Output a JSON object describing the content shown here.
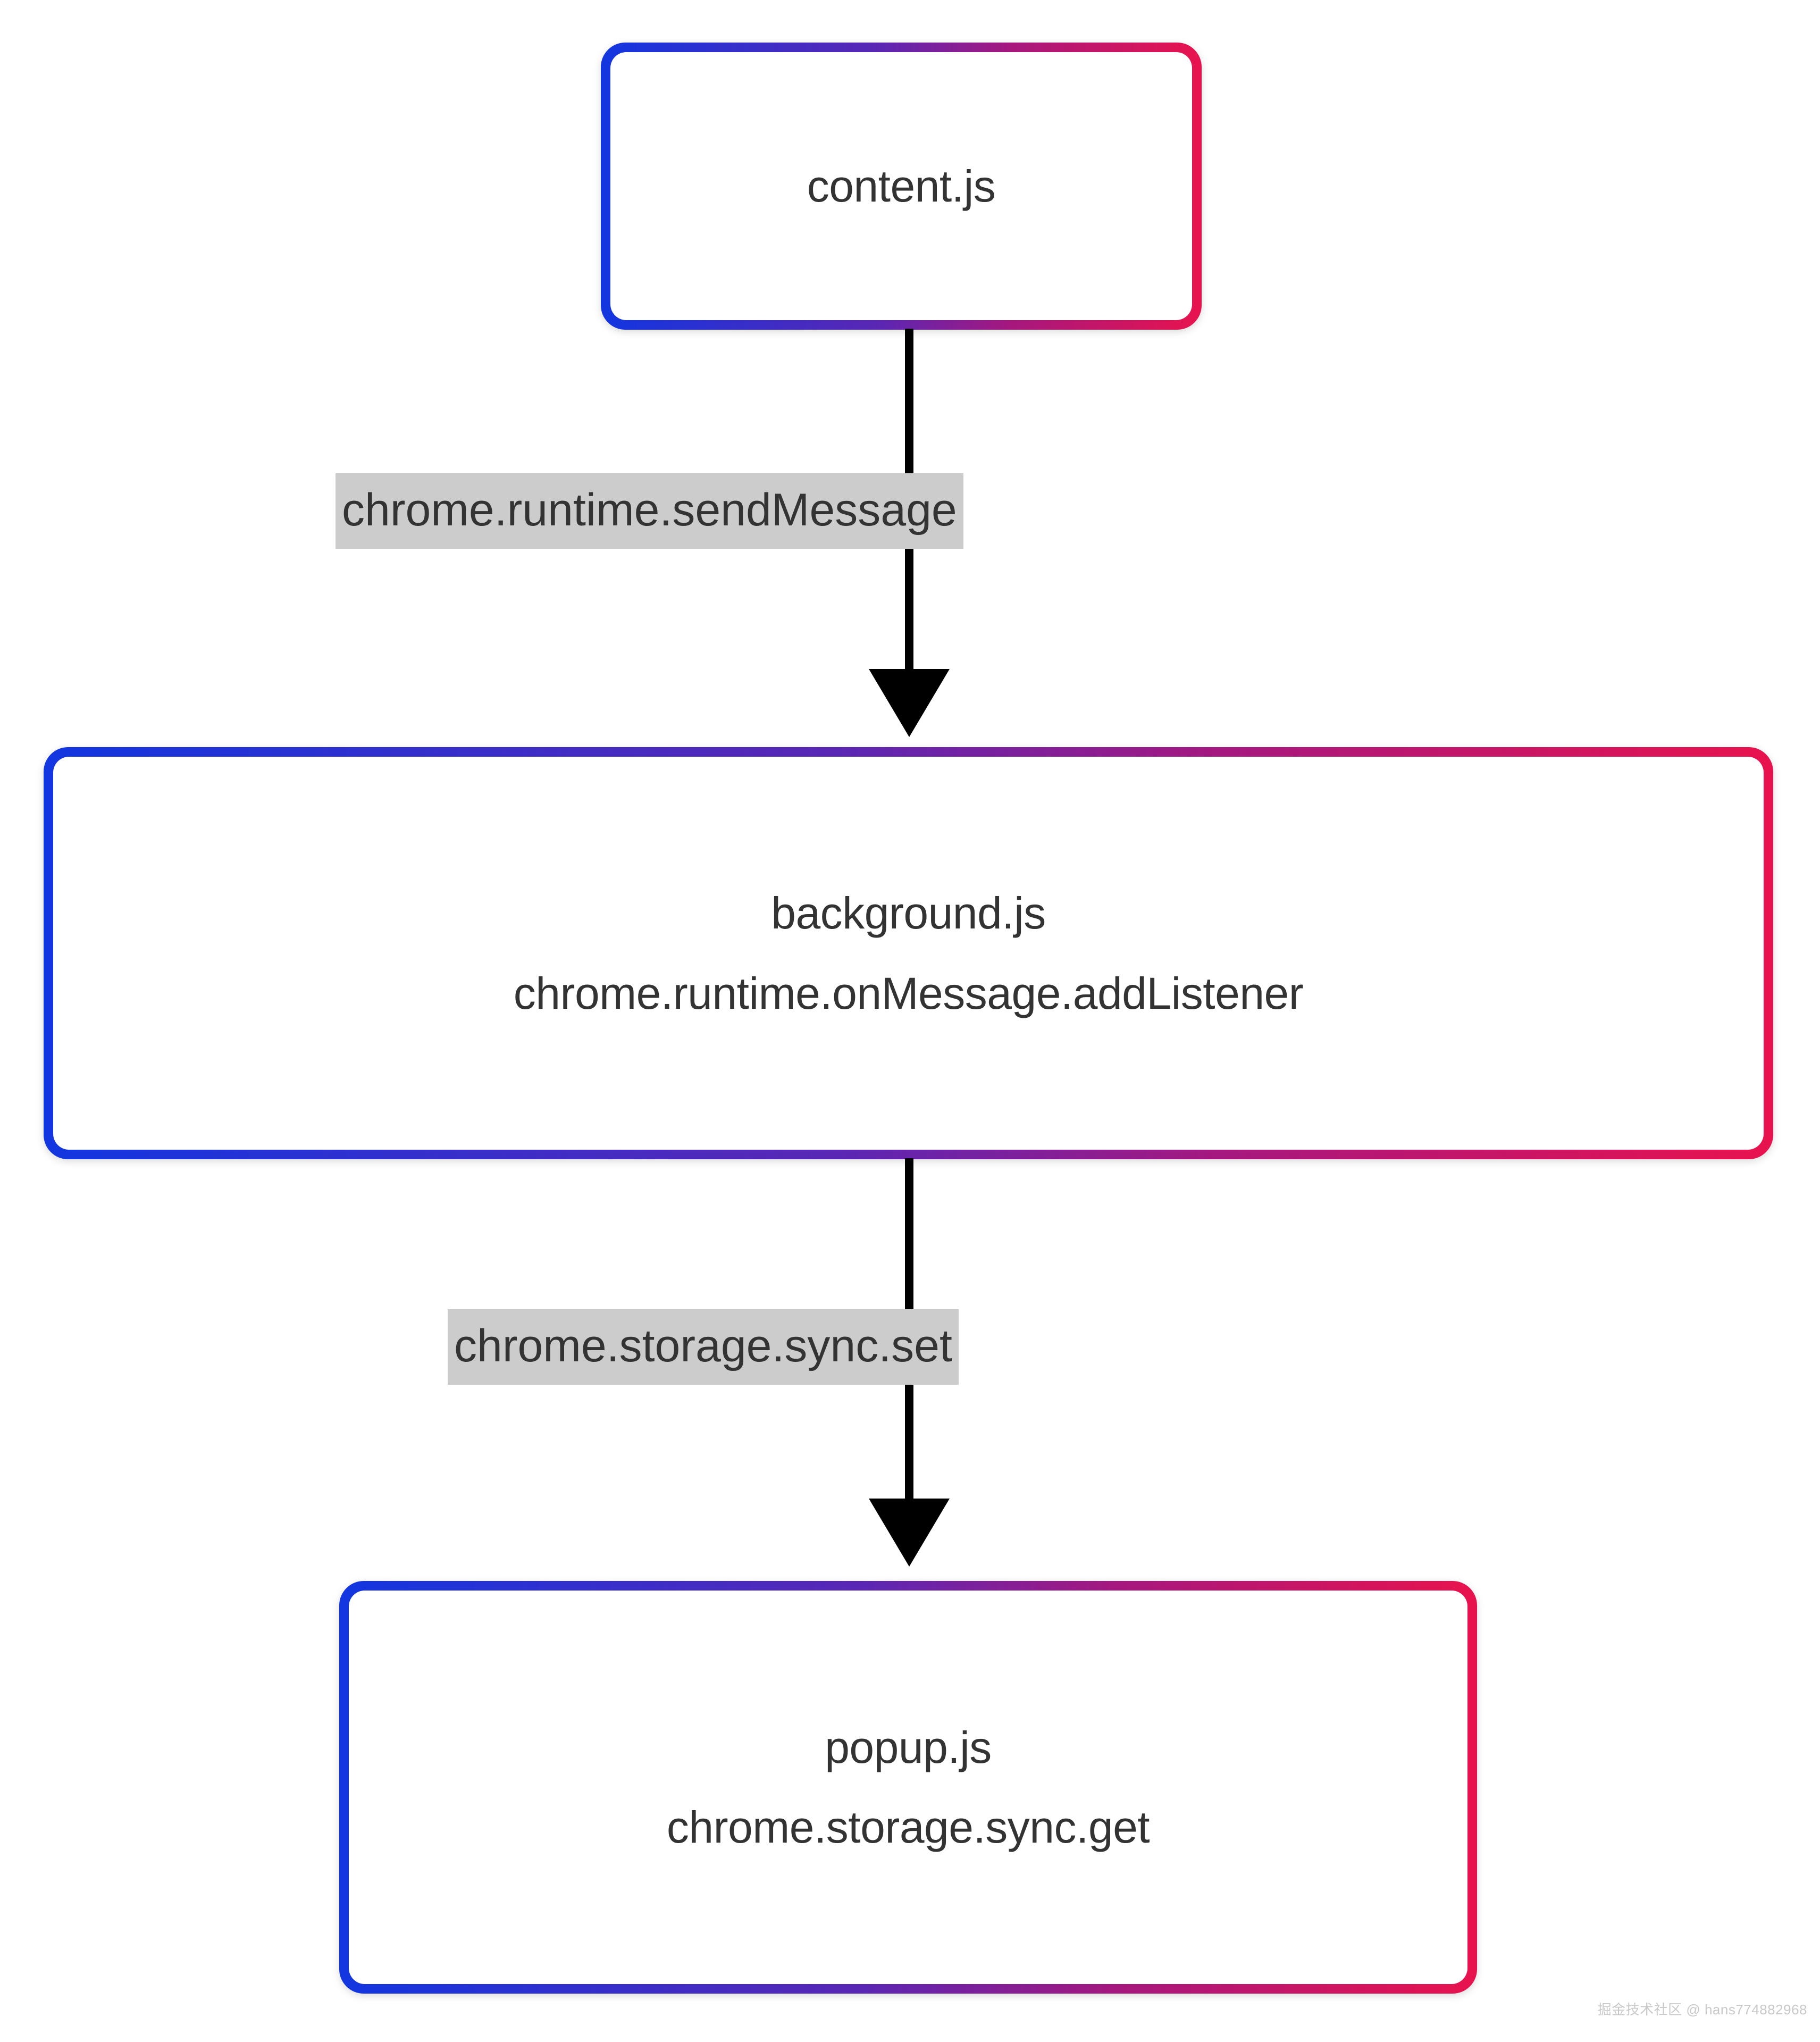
{
  "diagram": {
    "type": "flowchart",
    "direction": "top-to-bottom",
    "nodes": [
      {
        "id": "content",
        "lines": [
          "content.js"
        ],
        "border_gradient_from": "#1236e0",
        "border_gradient_to": "#e8134e"
      },
      {
        "id": "background",
        "lines": [
          "background.js",
          "chrome.runtime.onMessage.addListener"
        ],
        "border_gradient_from": "#1236e0",
        "border_gradient_to": "#e8134e"
      },
      {
        "id": "popup",
        "lines": [
          "popup.js",
          "chrome.storage.sync.get"
        ],
        "border_gradient_from": "#1236e0",
        "border_gradient_to": "#e8134e"
      }
    ],
    "edges": [
      {
        "id": "edge1",
        "from": "content",
        "to": "background",
        "label": "chrome.runtime.sendMessage",
        "label_background": "#cccccc",
        "arrow_color": "#000000"
      },
      {
        "id": "edge2",
        "from": "background",
        "to": "popup",
        "label": "chrome.storage.sync.set",
        "label_background": "#cccccc",
        "arrow_color": "#000000"
      }
    ],
    "text_color": "#333333",
    "canvas_background": "#ffffff"
  },
  "watermark": {
    "text": "掘金技术社区 @ hans774882968"
  }
}
